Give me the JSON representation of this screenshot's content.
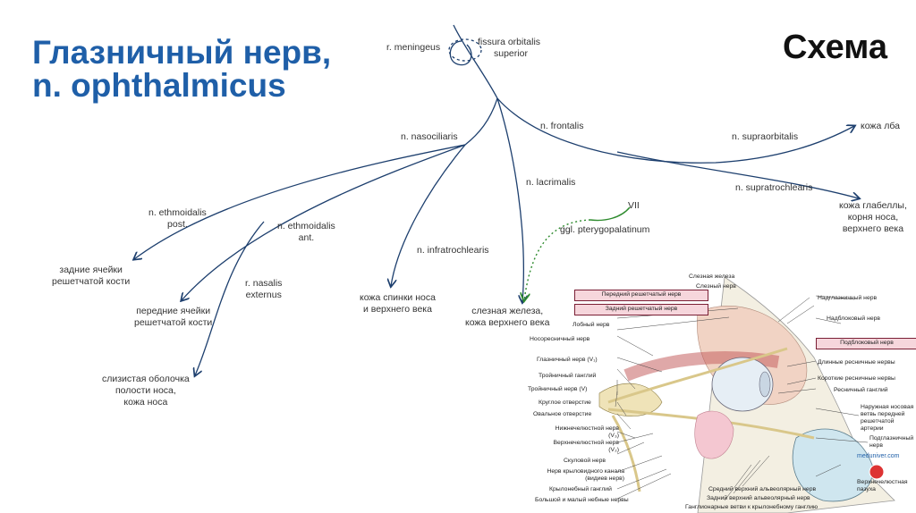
{
  "title": {
    "line1": "Глазничный нерв,",
    "line2": "n. ophthalmicus"
  },
  "scheme_label": "Схема",
  "colors": {
    "title": "#1f5fa8",
    "nerve": "#1d3f6e",
    "ganglion_branch": "#2e8b2e"
  },
  "labels": {
    "meningeus": "r. meningeus",
    "fissura1": "fissura orbitalis",
    "fissura2": "superior",
    "frontalis": "n. frontalis",
    "nasociliaris": "n. nasociliaris",
    "supraorbitalis": "n. supraorbitalis",
    "koza_lba": "кожа лба",
    "lacrimalis": "n. lacrimalis",
    "supratrochlearis": "n. supratrochlearis",
    "glab1": "кожа глабеллы,",
    "glab2": "корня носа,",
    "glab3": "верхнего века",
    "vii": "VII",
    "ggl": "ggl. pterygopalatinum",
    "eth_post1": "n. ethmoidalis",
    "eth_post2": "post.",
    "eth_ant1": "n. ethmoidalis",
    "eth_ant2": "ant.",
    "infratrochlearis": "n. infratrochlearis",
    "nasalis1": "r. nasalis",
    "nasalis2": "externus",
    "zad1": "задние ячейки",
    "zad2": "решетчатой кости",
    "per1": "передние ячейки",
    "per2": "решетчатой кости",
    "spinka1": "кожа спинки носа",
    "spinka2": "и верхнего века",
    "slez1": "слезная железа,",
    "slez2": "кожа верхнего века",
    "sliz1": "слизистая оболочка",
    "sliz2": "полости носа,",
    "sliz3": "кожа носа"
  },
  "anatomy": {
    "top_labels": [
      "Слезная железа",
      "Слезный нерв"
    ],
    "highlighted": [
      "Передний решетчатый нерв",
      "Задний решетчатый нерв"
    ],
    "left_labels": [
      "Лобный нерв",
      "Носоресничный нерв",
      "Глазничный нерв (V₁)",
      "Тройничный ганглий",
      "Тройничный нерв (V)",
      "Круглое отверстие",
      "Овальное отверстие",
      "Нижнечелюстной нерв (V₃)",
      "Верхнечелюстной нерв (V₂)",
      "Скуловой нерв",
      "Нерв крыловидного канала (видиев нерв)",
      "Крылонебный ганглий",
      "Большой и малый небные нервы"
    ],
    "right_labels": [
      "Надглазничный нерв",
      "Надблоковый нерв",
      "Длинные ресничные нервы",
      "Короткие ресничные нервы",
      "Ресничный ганглий",
      "Наружная носовая ветвь передней решетчатой артерии",
      "Подглазничный нерв",
      "Верхнечелюстная пазуха"
    ],
    "highlighted_right": "Подблоковый нерв",
    "bottom_labels": [
      "Средний верхний альвеолярный нерв",
      "Задний верхний альвеолярный нерв",
      "Ганглионарные ветви к крылонебному ганглию"
    ],
    "watermark": "meduniver.com"
  }
}
